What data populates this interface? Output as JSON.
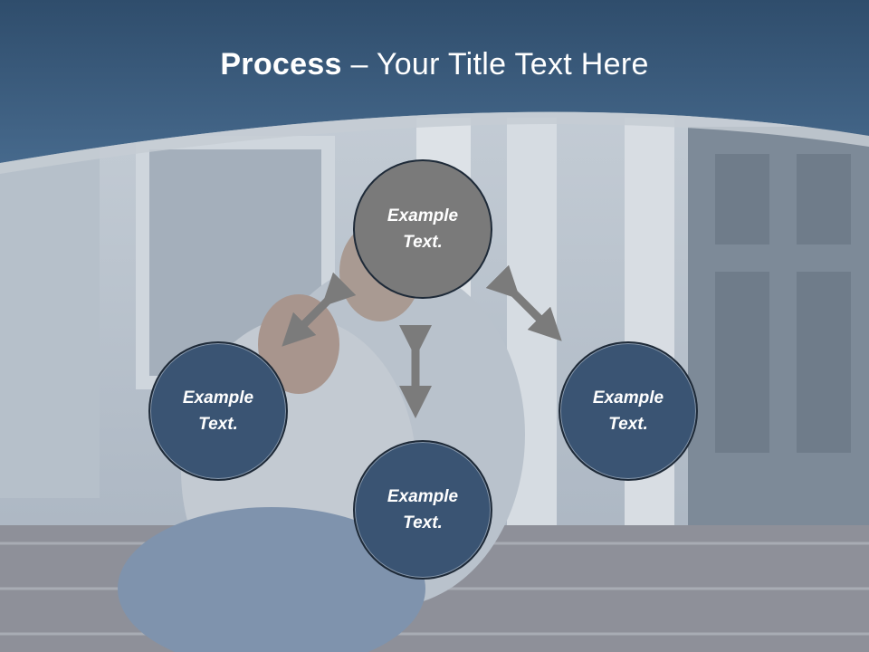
{
  "slide": {
    "title_bold": "Process",
    "title_rest": " – Your Title Text Here"
  },
  "nodes": {
    "top": "Example\nText.",
    "left": "Example\nText.",
    "right": "Example\nText.",
    "bottom": "Example\nText."
  },
  "colors": {
    "header": "#3c6184",
    "node_blue": "#3a5473",
    "node_gray": "#7a7a7a",
    "arrow": "#7b7b7b"
  }
}
